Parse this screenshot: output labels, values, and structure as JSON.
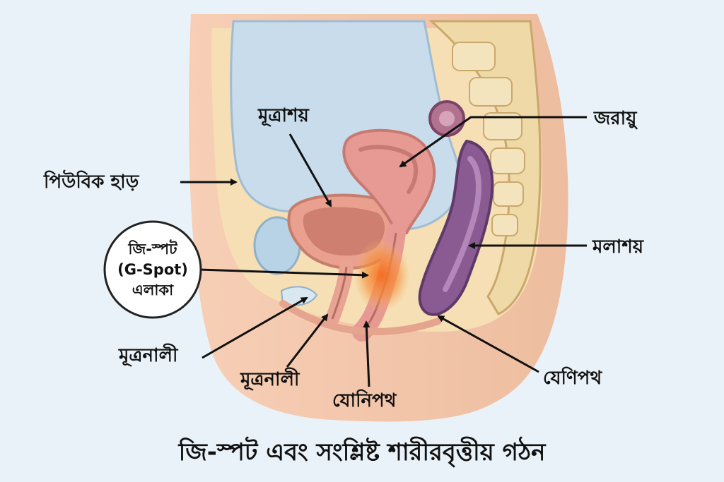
{
  "labels": {
    "bladder": "মূত্রাশয়",
    "uterus": "জরায়ু",
    "pubic_bone": "পিউবিক হাড়",
    "rectum": "মলাশয়",
    "gspot_line1": "জি-স্পট",
    "gspot_line2": "(G-Spot)",
    "gspot_line3": "এলাকা",
    "urethra_left": "মূত্রনালী",
    "urethra_center": "মূত্রনালী",
    "vagina_center": "যোনিপথ",
    "vagina_right": "যেণিপথ"
  },
  "title": "জি-স্পট এবং সংশ্লিষ্ট শারীরবৃত্তীয় গঠন",
  "colors": {
    "background": "#e9f2f8",
    "skin": "#f3c7ab",
    "fat": "#f6dfb4",
    "bladder": "#e9a08e",
    "uterus": "#e79a93",
    "rectum": "#8a5a92",
    "gspot": "#f07a2a",
    "cavity": "#c8dceb",
    "spine": "#efd9a6"
  }
}
